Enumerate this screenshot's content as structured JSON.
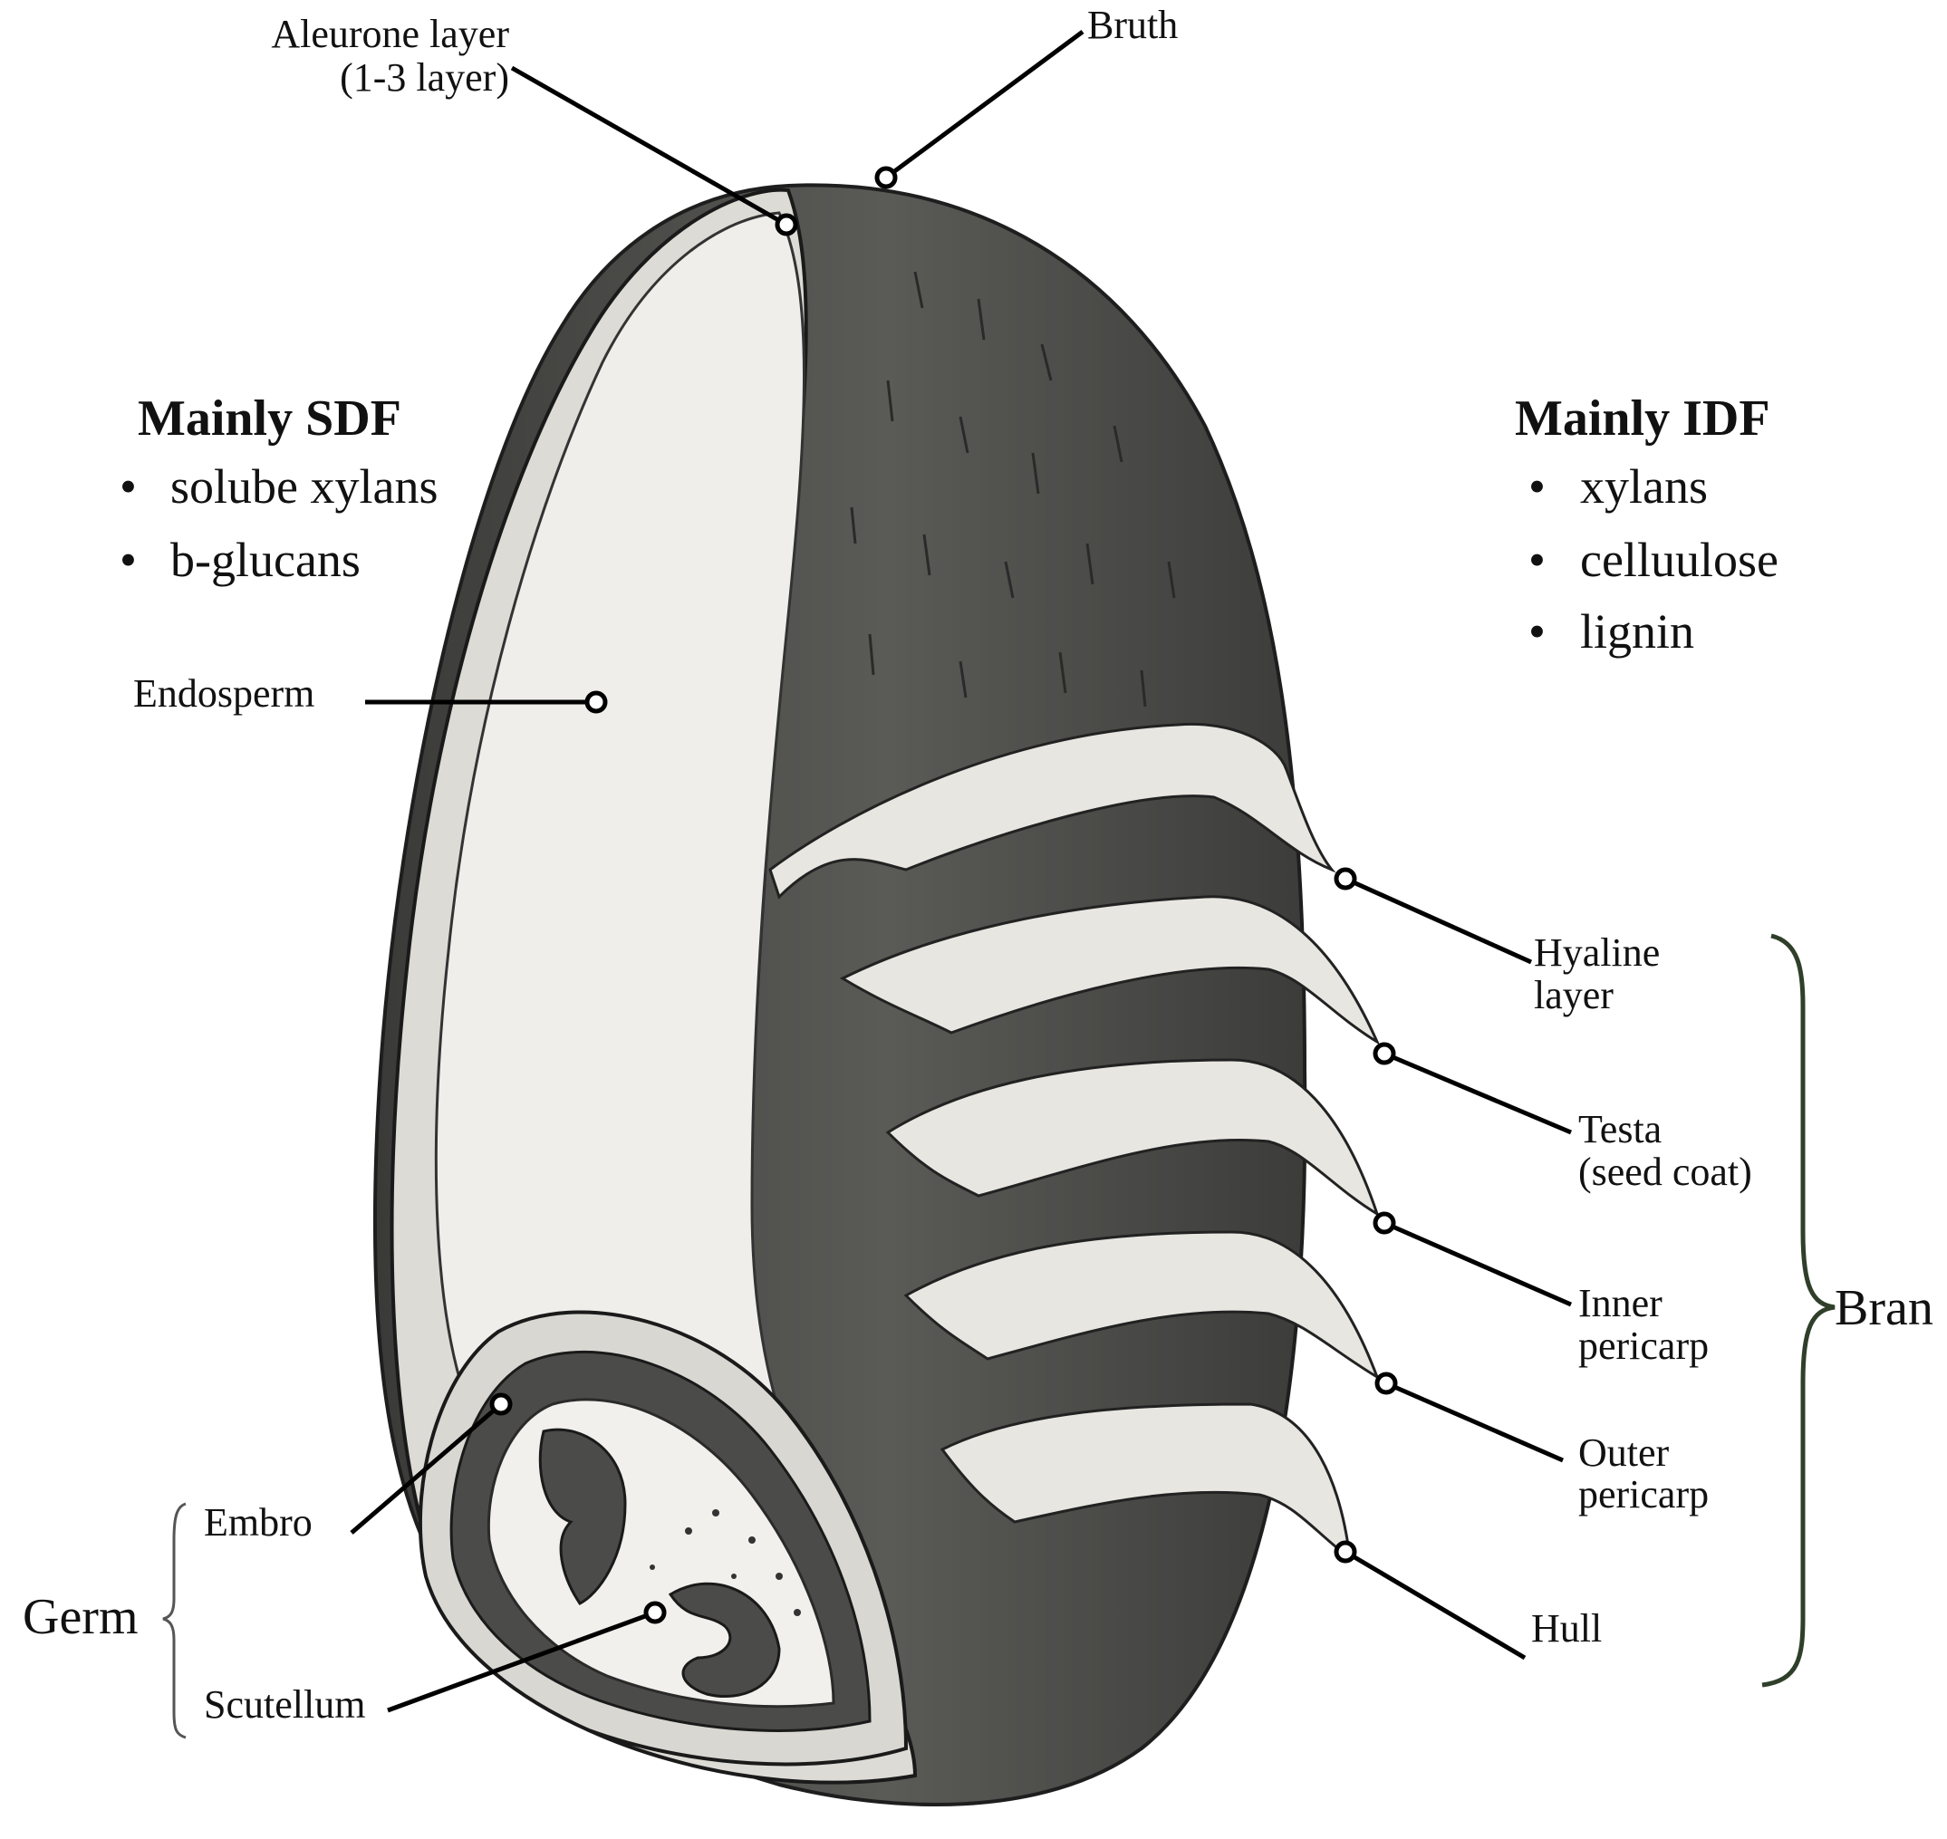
{
  "colors": {
    "background": "#ffffff",
    "kernel_dark": "#4a4a48",
    "endosperm": "#ececea",
    "bran_layer": "#e7e6e1",
    "bran_brace": "#2f3f2a",
    "text": "#111111"
  },
  "labels": {
    "aleurone": [
      "Aleurone layer",
      "(1-3 layer)"
    ],
    "bruth": "Bruth",
    "endosperm": "Endosperm",
    "hyaline": [
      "Hyaline",
      "layer"
    ],
    "testa": [
      "Testa",
      "(seed coat)"
    ],
    "inner_pericarp": [
      "Inner",
      "pericarp"
    ],
    "outer_pericarp": [
      "Outer",
      "pericarp"
    ],
    "hull": "Hull",
    "embro": "Embro",
    "scutellum": "Scutellum",
    "germ": "Germ",
    "bran": "Bran"
  },
  "sdf": {
    "title": "Mainly SDF",
    "items": [
      "solube xylans",
      "b-glucans"
    ]
  },
  "idf": {
    "title": "Mainly IDF",
    "items": [
      "xylans",
      "celluulose",
      "lignin"
    ]
  },
  "bullet_char": "•"
}
